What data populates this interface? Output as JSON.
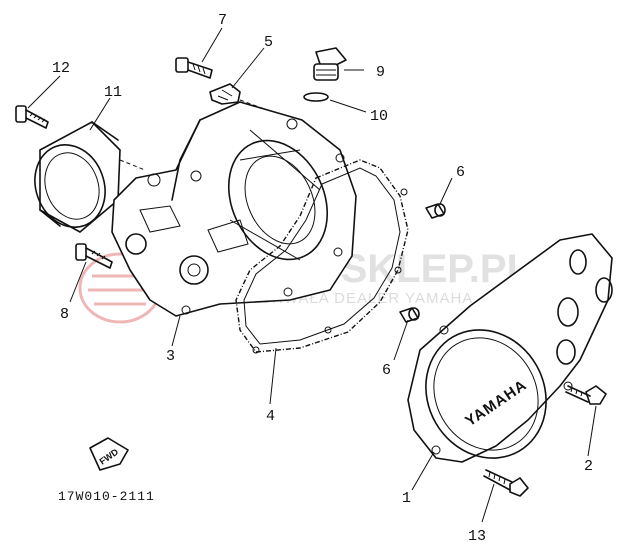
{
  "diagram": {
    "part_code": "17W010-2111",
    "brand_text": "YAMAHA",
    "fwd_label": "FWD",
    "watermark": {
      "main": "MOTO-SKLEP.PL",
      "sub": "BOGUCHWAŁA DEALER YAMAHA",
      "color": "#c9c9c9"
    },
    "callouts": [
      "1",
      "2",
      "3",
      "4",
      "5",
      "6",
      "6",
      "7",
      "8",
      "9",
      "10",
      "11",
      "12",
      "13"
    ]
  }
}
